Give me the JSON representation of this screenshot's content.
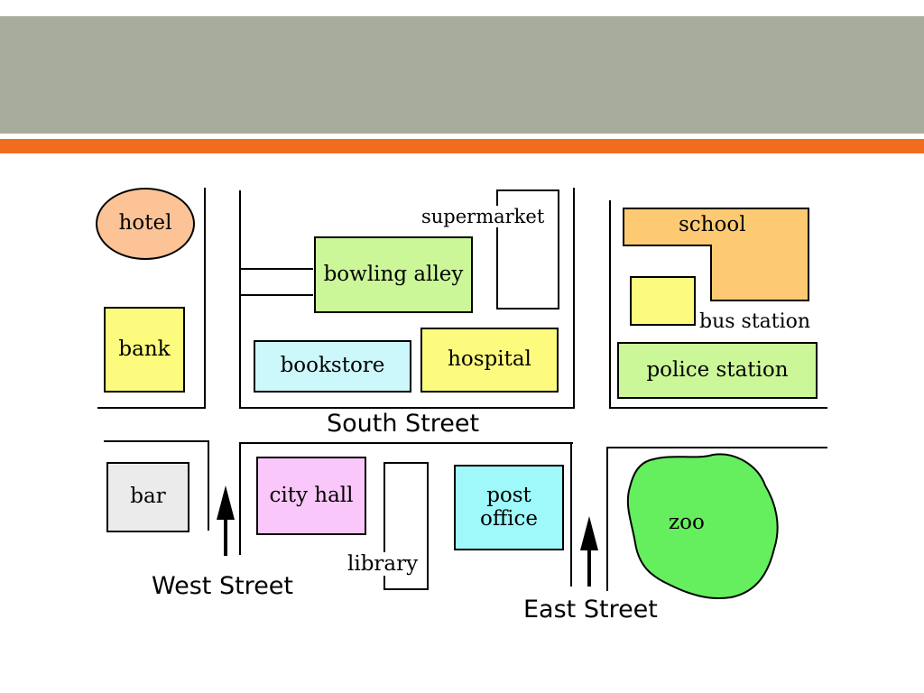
{
  "colors": {
    "header_band": "#a7ac9c",
    "accent_bar": "#f26c1e",
    "hotel": "#fbc396",
    "bank": "#fdfb7e",
    "bowling_alley": "#ccf799",
    "bookstore": "#cdf8fb",
    "hospital": "#fdfb7e",
    "school": "#fdca73",
    "bus_station": "#fdfb7e",
    "police_station": "#ccf799",
    "bar": "#ebebeb",
    "city_hall": "#f9c7f9",
    "post_office": "#9ff9fb",
    "zoo": "#65ee5d",
    "supermarket": "#ffffff",
    "library": "#ffffff"
  },
  "places": {
    "hotel": "hotel",
    "bank": "bank",
    "supermarket": "supermarket",
    "bowling_alley": "bowling alley",
    "bookstore": "bookstore",
    "hospital": "hospital",
    "school": "school",
    "bus_station": "bus station",
    "police_station": "police station",
    "bar": "bar",
    "city_hall": "city hall",
    "library": "library",
    "post_office_line1": "post",
    "post_office_line2": "office",
    "zoo": "zoo"
  },
  "streets": {
    "south": "South Street",
    "west": "West Street",
    "east": "East Street"
  },
  "icons": {
    "west_arrow": "north-arrow-icon",
    "east_arrow": "north-arrow-icon"
  }
}
